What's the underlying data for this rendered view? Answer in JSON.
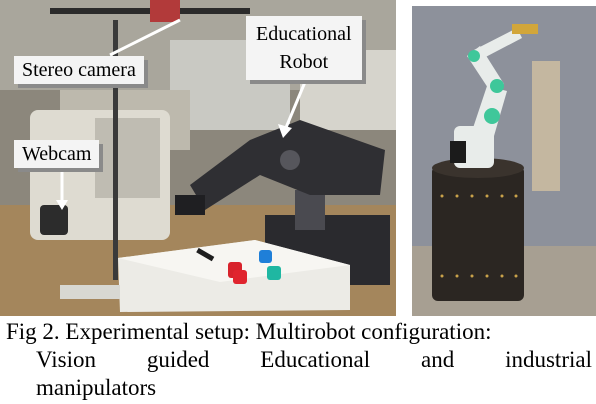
{
  "figure": {
    "caption_line1": "Fig 2. Experimental setup: Multirobot configuration:",
    "caption_line2_words": [
      "Vision",
      "guided",
      "Educational",
      "and",
      "industrial"
    ],
    "caption_line3": "manipulators"
  },
  "left_photo": {
    "labels": {
      "stereo_camera": "Stereo camera",
      "webcam": "Webcam",
      "educational_robot_line1": "Educational",
      "educational_robot_line2": "Robot"
    }
  },
  "colors": {
    "label_bg": "#f4f4f4",
    "robot_arm": "#2f2f33",
    "industrial_arm": "#e8ecea",
    "industrial_accent": "#3fc79a",
    "cylinder_base": "#2b2622"
  }
}
